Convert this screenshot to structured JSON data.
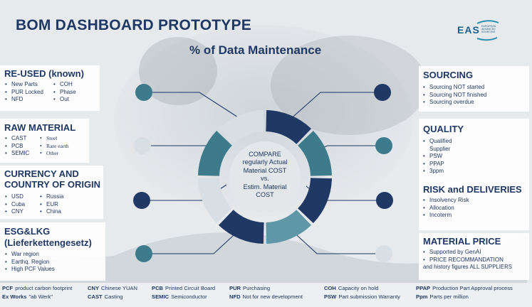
{
  "header": {
    "title": "BOM DASHBOARD PROTOTYPE",
    "subtitle": "% of Data Maintenance",
    "logo_text": "EAS",
    "logo_sub": "EUROPEAN ADVANCED SOURCING"
  },
  "center": {
    "lines": [
      "COMPARE",
      "regularly Actual",
      "Material COST",
      "vs.",
      "Estim. Material",
      "COST"
    ]
  },
  "left": {
    "reused": {
      "heading": "RE-USED (known)",
      "col1": [
        "New Parts",
        "PUR Locked",
        "NFD"
      ],
      "col2": [
        "COH",
        "Phase",
        "Out"
      ]
    },
    "raw": {
      "heading": "RAW MATERIAL",
      "col1": [
        "CAST",
        "PCB",
        "SEMIC"
      ],
      "col2": [
        "Steel",
        "Rare earth",
        "Other"
      ]
    },
    "currency": {
      "heading_line1": "CURRENCY AND",
      "heading_line2": "COUNTRY OF ORIGIN",
      "col1": [
        "USD",
        "Cuba",
        "CNY"
      ],
      "col2": [
        "Russia",
        "EUR",
        "China"
      ]
    },
    "esg": {
      "heading_line1": "ESG&LKG",
      "heading_line2": "(Lieferkettengesetz)",
      "items": [
        "War region",
        "Earthq. Region",
        "High PCF Values"
      ]
    }
  },
  "right": {
    "sourcing": {
      "heading": "SOURCING",
      "items": [
        "Sourcing NOT started",
        "Sourcing NOT finished",
        "Sourcing overdue"
      ]
    },
    "quality": {
      "heading": "QUALITY",
      "items": [
        "Qualified Supplier",
        "PSW",
        "PPAP",
        "3ppm"
      ]
    },
    "risk": {
      "heading": "RISK and DELIVERIES",
      "items": [
        "Insolvency Risk",
        "Allocation",
        "Incoterm"
      ]
    },
    "material_price": {
      "heading": "MATERIAL PRICE",
      "items": [
        "Supported by GenAI",
        "PRICE RECOMMANDATION"
      ],
      "tail": "and history figures ALL SUPPLIERS"
    }
  },
  "footer": {
    "row1": [
      {
        "abbr": "PCF",
        "text": "product carbon footprint"
      },
      {
        "abbr": "CNY",
        "text": "Chinese YUAN"
      },
      {
        "abbr": "PCB",
        "text": "Printed Circuit Board"
      },
      {
        "abbr": "PUR",
        "text": "Purchasing"
      },
      {
        "abbr": "COH",
        "text": "Capacity on hold"
      },
      {
        "abbr": "PPAP",
        "text": "Production Part Approval process"
      }
    ],
    "row2": [
      {
        "abbr": "Ex Works",
        "text": "\"ab Werk\""
      },
      {
        "abbr": "CAST",
        "text": "Casting"
      },
      {
        "abbr": "SEMIC",
        "text": "Semiconductor"
      },
      {
        "abbr": "NFD",
        "text": "Not for new development"
      },
      {
        "abbr": "PSW",
        "text": "Part submission Warranty"
      },
      {
        "abbr": "Ppm",
        "text": "Parts per million"
      }
    ]
  },
  "colors": {
    "navy": "#1f3864",
    "teal": "#3d7a8c",
    "light": "#d7dfe4",
    "mid": "#5f97a6"
  }
}
